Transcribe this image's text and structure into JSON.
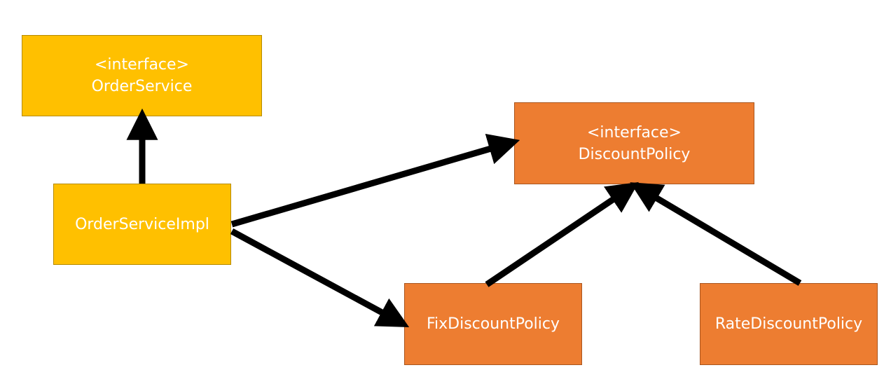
{
  "nodes": {
    "order_service": {
      "stereotype": "<interface>",
      "name": "OrderService",
      "color": "#ffc000"
    },
    "order_service_impl": {
      "name": "OrderServiceImpl",
      "color": "#ffc000"
    },
    "discount_policy": {
      "stereotype": "<interface>",
      "name": "DiscountPolicy",
      "color": "#ed7d31"
    },
    "fix_discount_policy": {
      "name": "FixDiscountPolicy",
      "color": "#ed7d31"
    },
    "rate_discount_policy": {
      "name": "RateDiscountPolicy",
      "color": "#ed7d31"
    }
  },
  "edges": [
    {
      "from": "OrderServiceImpl",
      "to": "OrderService"
    },
    {
      "from": "OrderServiceImpl",
      "to": "DiscountPolicy"
    },
    {
      "from": "OrderServiceImpl",
      "to": "FixDiscountPolicy"
    },
    {
      "from": "FixDiscountPolicy",
      "to": "DiscountPolicy"
    },
    {
      "from": "RateDiscountPolicy",
      "to": "DiscountPolicy"
    }
  ],
  "arrow_color": "#000000"
}
